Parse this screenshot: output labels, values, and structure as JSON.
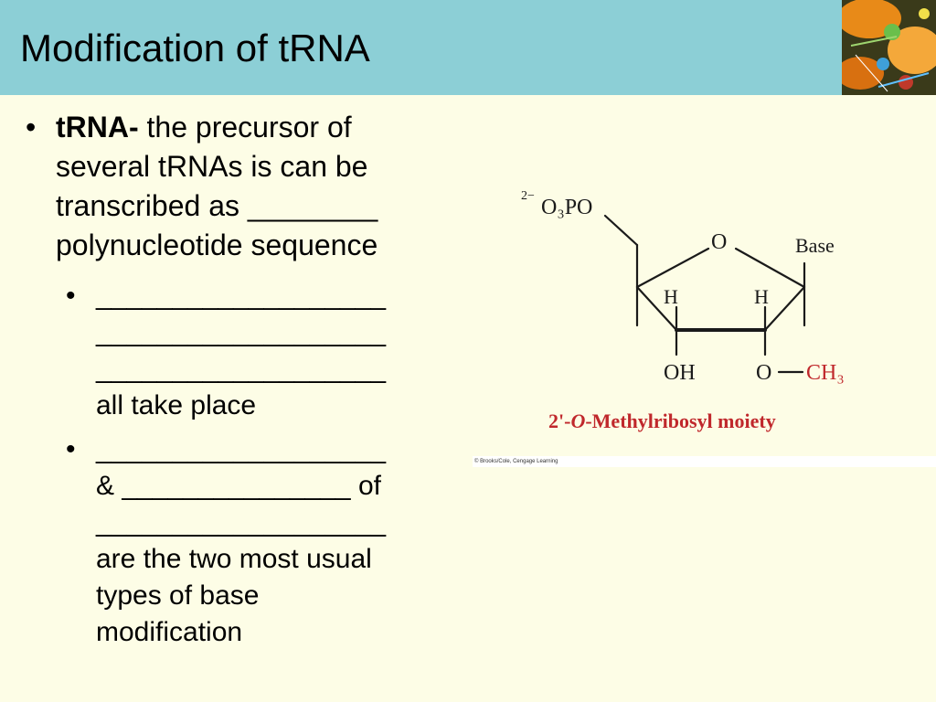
{
  "header": {
    "title": "Modification of tRNA"
  },
  "main": {
    "bullet1": {
      "bold": "tRNA-",
      "lines": [
        " the precursor of",
        "several tRNAs is can be",
        "transcribed as ________",
        "polynucleotide sequence"
      ]
    },
    "sub_bullets": [
      {
        "lines": [
          "___________________",
          "___________________",
          "___________________",
          "all take place"
        ]
      },
      {
        "lines": [
          "___________________",
          "& _______________ of",
          "___________________",
          "are the two most usual",
          "types of base",
          "modification"
        ]
      }
    ]
  },
  "figure": {
    "phosphate": "O₃PO",
    "phosphate_charge": "2−",
    "ring_oxygen": "O",
    "base": "Base",
    "h_left": "H",
    "h_right": "H",
    "oh": "OH",
    "o_methyl": "O",
    "ch3": "CH₃",
    "caption_prefix": "2'-",
    "caption_o": "O",
    "caption_suffix": "-Methylribosyl moiety",
    "credit": "© Brooks/Cole, Cengage Learning"
  }
}
